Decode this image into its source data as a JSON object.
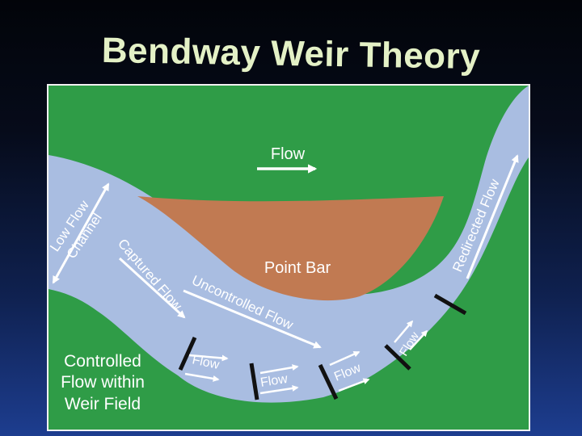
{
  "title": "Bendway Weir Theory",
  "colors": {
    "background_top": "#020409",
    "background_bottom": "#1d3d8f",
    "title": "#e4f1c6",
    "bank": "#2f9c47",
    "water": "#a9bde1",
    "point_bar": "#c17a52",
    "weir": "#111111",
    "label": "#ffffff"
  },
  "labels": {
    "flow": "Flow",
    "point_bar": "Point Bar",
    "low_flow_channel_line1": "Low Flow",
    "low_flow_channel_line2": "Channel",
    "captured_flow": "Captured Flow",
    "uncontrolled_flow": "Uncontrolled Flow",
    "redirected_flow": "Redirected Flow",
    "controlled_flow_line1": "Controlled",
    "controlled_flow_line2": "Flow within",
    "controlled_flow_line3": "Weir Field",
    "weir_flow_1": "Flow",
    "weir_flow_2": "Flow",
    "weir_flow_3": "Flow",
    "weir_flow_4": "Flow"
  }
}
